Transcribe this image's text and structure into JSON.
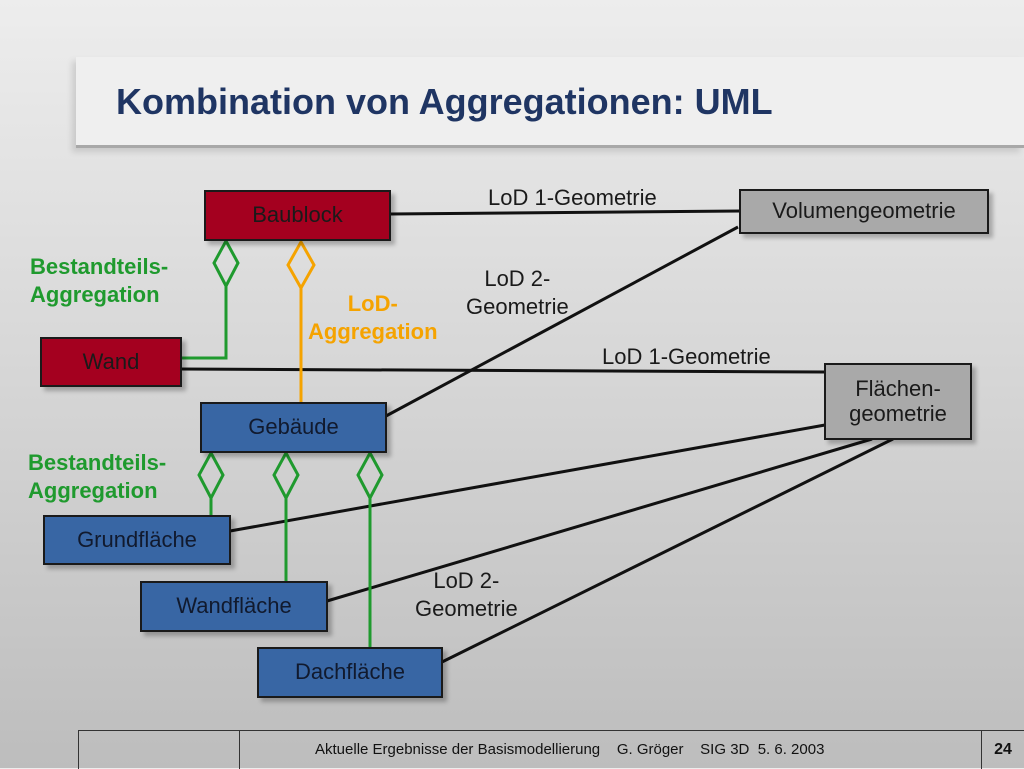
{
  "title": "Kombination von Aggregationen: UML",
  "colors": {
    "title": "#1f3563",
    "aggregation_green": "#1f9a2e",
    "lod_orange": "#f5a300",
    "class_red": "#a4001f",
    "class_blue": "#3866a4",
    "class_gray": "#a9a9a9"
  },
  "classes": {
    "baublock": "Baublock",
    "wand": "Wand",
    "gebaeude": "Gebäude",
    "grundflaeche": "Grundfläche",
    "wandflaeche": "Wandfläche",
    "dachflaeche": "Dachfläche",
    "volumengeometrie": "Volumengeometrie",
    "flaechengeometrie_line1": "Flächen-",
    "flaechengeometrie_line2": "geometrie"
  },
  "labels": {
    "bestandteils_top_line1": "Bestandteils-",
    "bestandteils_top_line2": "Aggregation",
    "bestandteils_bottom_line1": "Bestandteils-",
    "bestandteils_bottom_line2": "Aggregation",
    "lod_aggregation_line1": "LoD-",
    "lod_aggregation_line2": "Aggregation",
    "lod1_geometrie_top": "LoD 1-Geometrie",
    "lod2_geometrie_top_line1": "LoD 2-",
    "lod2_geometrie_top_line2": "Geometrie",
    "lod1_geometrie_mid": "LoD 1-Geometrie",
    "lod2_geometrie_bottom_line1": "LoD 2-",
    "lod2_geometrie_bottom_line2": "Geometrie"
  },
  "footer": {
    "text": "Aktuelle Ergebnisse der Basismodellierung    G. Gröger    SIG 3D  5. 6. 2003",
    "page": "24"
  }
}
